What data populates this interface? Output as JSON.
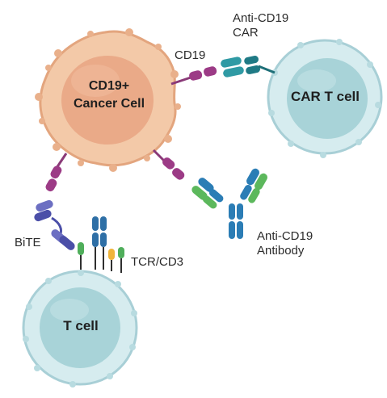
{
  "cells": {
    "cancer": {
      "line1": "CD19+",
      "line2": "Cancer Cell"
    },
    "car_t": {
      "label": "CAR T cell"
    },
    "t_cell": {
      "label": "T cell"
    }
  },
  "labels": {
    "cd19": "CD19",
    "anti_cd19_car_line1": "Anti-CD19",
    "anti_cd19_car_line2": "CAR",
    "bite": "BiTE",
    "tcr_cd3": "TCR/CD3",
    "antibody_line1": "Anti-CD19",
    "antibody_line2": "Antibody"
  },
  "colors": {
    "cancer_fill": "#f2c7a6",
    "cancer_nucleus": "#e8a986",
    "t_fill": "#cfe7ec",
    "t_nucleus": "#a9d2d8",
    "cd19": "#9c3b86",
    "car_teal": "#2f9aa4",
    "antibody_blue": "#2b7db5",
    "antibody_green": "#5cb85c",
    "bite_purple": "#6c6fc2",
    "tcr_blue": "#2e6fa6",
    "cd3_yellow": "#f0b43a",
    "cd3_green": "#4fae5b"
  }
}
